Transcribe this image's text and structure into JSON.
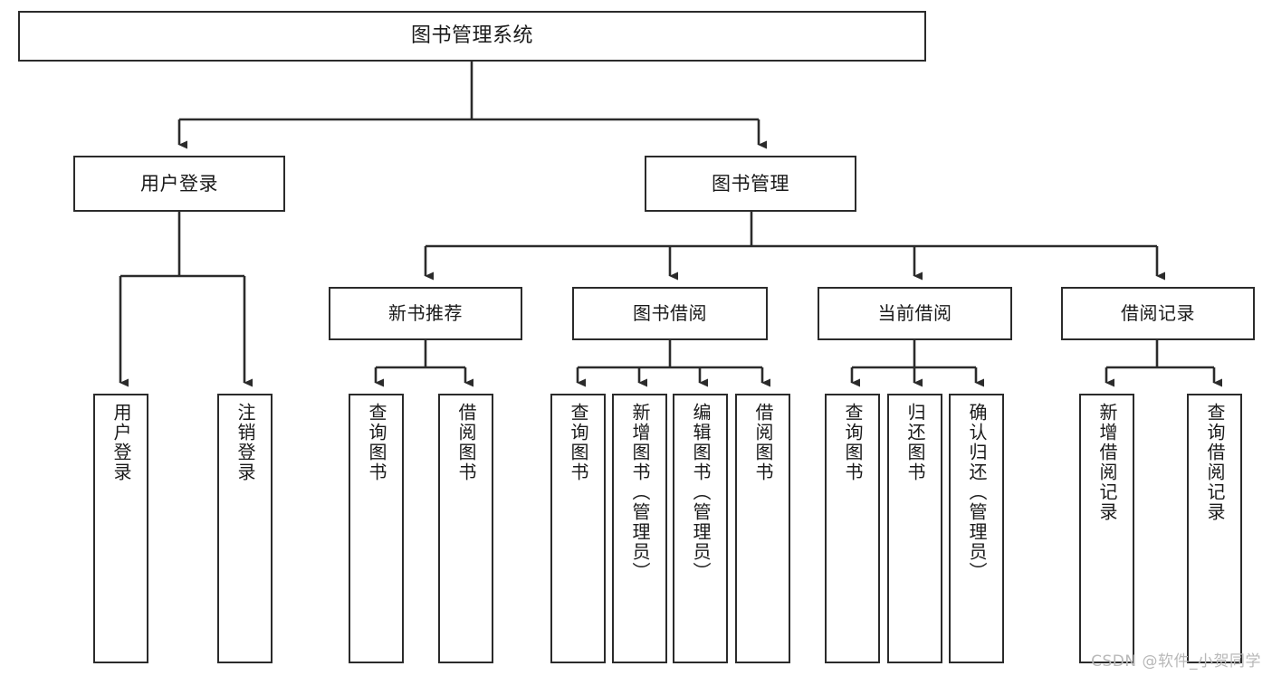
{
  "diagram": {
    "type": "tree",
    "title": "图书管理系统",
    "style": {
      "box_border_color": "#2b2b2b",
      "box_fill_color": "#ffffff",
      "connector_color": "#2b2b2b",
      "text_color": "#1a1a1a",
      "background": "#ffffff"
    },
    "root": {
      "label": "图书管理系统"
    },
    "level2": [
      {
        "label": "用户登录"
      },
      {
        "label": "图书管理"
      }
    ],
    "level3": [
      {
        "label": "新书推荐"
      },
      {
        "label": "图书借阅"
      },
      {
        "label": "当前借阅"
      },
      {
        "label": "借阅记录"
      }
    ],
    "leaves": {
      "user_login": [
        {
          "label": "用户登录"
        },
        {
          "label": "注销登录"
        }
      ],
      "new_book_recommend": [
        {
          "label": "查询图书"
        },
        {
          "label": "借阅图书"
        }
      ],
      "book_borrow": [
        {
          "label": "查询图书"
        },
        {
          "label": "新增图书（管理员）"
        },
        {
          "label": "编辑图书（管理员）"
        },
        {
          "label": "借阅图书"
        }
      ],
      "current_borrow": [
        {
          "label": "查询图书"
        },
        {
          "label": "归还图书"
        },
        {
          "label": "确认归还（管理员）"
        }
      ],
      "borrow_records": [
        {
          "label": "新增借阅记录"
        },
        {
          "label": "查询借阅记录"
        }
      ]
    }
  },
  "watermark": {
    "text": "CSDN @软件_小贺同学"
  }
}
